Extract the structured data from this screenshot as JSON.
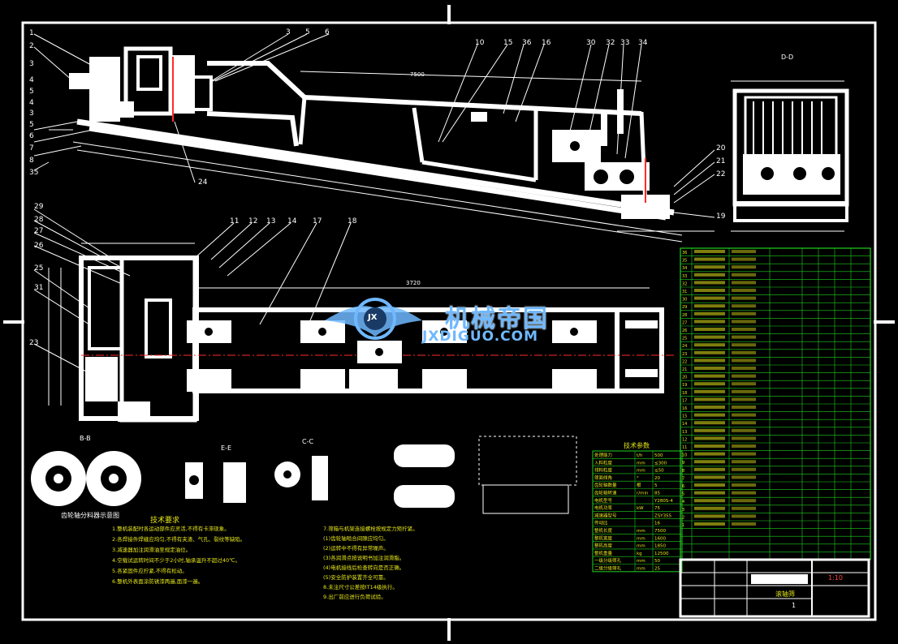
{
  "views": {
    "top_view_label": "D-D",
    "section_bb_label": "B-B",
    "section_cc_label": "C-C",
    "section_ee_label": "E-E",
    "roller_caption": "齿轮轴分料器示意图",
    "top_numbers": [
      "3",
      "5",
      "6",
      "10",
      "15",
      "36",
      "16",
      "30",
      "32",
      "33",
      "34"
    ],
    "left_numbers_upper": [
      "1",
      "2",
      "3",
      "4",
      "5",
      "4",
      "3",
      "5",
      "6",
      "7",
      "8",
      "35"
    ],
    "left_numbers_lower": [
      "29",
      "28",
      "27",
      "26",
      "25",
      "31",
      "23"
    ],
    "plan_numbers": [
      "11",
      "12",
      "13",
      "14",
      "17",
      "18"
    ],
    "right_numbers": [
      "20",
      "21",
      "22",
      "19"
    ],
    "callout_24": "24",
    "dim_7500": "7500",
    "dim_3720": "3720"
  },
  "watermark": {
    "title": "机械帝国",
    "url": "JXDIGUO.COM",
    "badge": "JX"
  },
  "notes": {
    "heading": "技术要求",
    "lines": [
      "1.整机装配时各运动部件应灵活,不得有卡滞现象。",
      "2.各焊接件焊缝应均匀,不得有夹渣、气孔、裂纹等缺陷。",
      "3.减速器加注润滑油至规定油位。",
      "4.空载试运转时间不少于2小时,轴承温升不超过40℃。",
      "5.各紧固件应拧紧,不得有松动。",
      "6.整机外表面涂防锈漆两遍,面漆一遍。"
    ],
    "lines_right": [
      "7.筛箱与机架连接螺栓按规定力矩拧紧。",
      "(1)齿轮轴啮合间隙应均匀。",
      "(2)运转中不得有异常噪声。",
      "(3)各润滑点按说明书加注润滑脂。",
      "(4)电机接线后检查转向是否正确。",
      "(5)安全防护装置齐全可靠。",
      "8.未注尺寸公差按IT14级执行。",
      "9.出厂前应进行负荷试验。"
    ]
  },
  "params": {
    "title": "技术参数",
    "rows": [
      [
        "处理能力",
        "t/h",
        "500"
      ],
      [
        "入料粒度",
        "mm",
        "≤300"
      ],
      [
        "排料粒度",
        "mm",
        "≤50"
      ],
      [
        "筛面倾角",
        "°",
        "20"
      ],
      [
        "齿轮轴数量",
        "根",
        "5"
      ],
      [
        "齿轮轴转速",
        "r/min",
        "85"
      ],
      [
        "电机型号",
        "",
        "Y280S-4"
      ],
      [
        "电机功率",
        "kW",
        "75"
      ],
      [
        "减速器型号",
        "",
        "ZSY355"
      ],
      [
        "传动比",
        "",
        "16"
      ],
      [
        "整机长度",
        "mm",
        "7500"
      ],
      [
        "整机宽度",
        "mm",
        "1600"
      ],
      [
        "整机高度",
        "mm",
        "1850"
      ],
      [
        "整机重量",
        "kg",
        "12500"
      ],
      [
        "一级分级筛孔",
        "mm",
        "50"
      ],
      [
        "二级分级筛孔",
        "mm",
        "25"
      ]
    ]
  },
  "bom": {
    "rows": 40,
    "first_index": 36
  },
  "title_block": {
    "drawing_name": "滚轴筛",
    "scale": "1:10",
    "sheet": "1"
  },
  "colors": {
    "line": "#ffffff",
    "table": "#1fd11f",
    "text": "#e6e61a",
    "watermark": "#6fb8ff",
    "centerline": "#ff2a2a"
  }
}
